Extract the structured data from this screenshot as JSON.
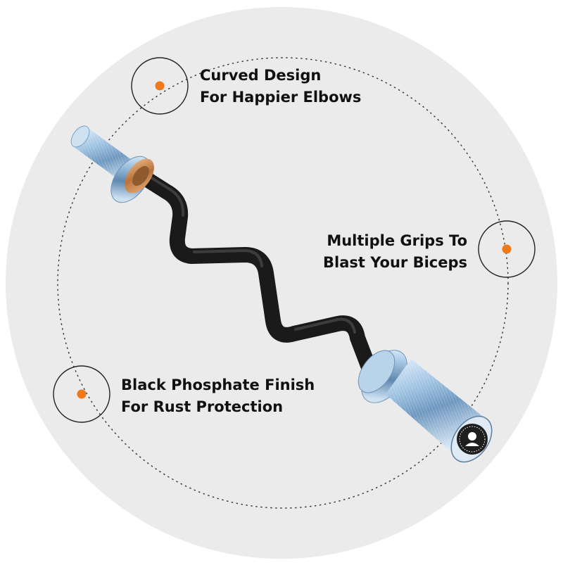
{
  "colors": {
    "background_disc": "#ebebeb",
    "accent": "#f07a1a",
    "bar_black": "#1a1a1a",
    "sleeve_chrome": "#8fb6d8",
    "bushing_bronze": "#c98a52",
    "text": "#111111"
  },
  "callouts": [
    {
      "line1": "Curved Design",
      "line2": "For Happier Elbows"
    },
    {
      "line1": "Multiple Grips To",
      "line2": "Blast Your Biceps"
    },
    {
      "line1": "Black Phosphate Finish",
      "line2": "For Rust Protection"
    }
  ],
  "product": {
    "name": "curl bar",
    "end_cap_logo": "brand-logo-icon"
  }
}
